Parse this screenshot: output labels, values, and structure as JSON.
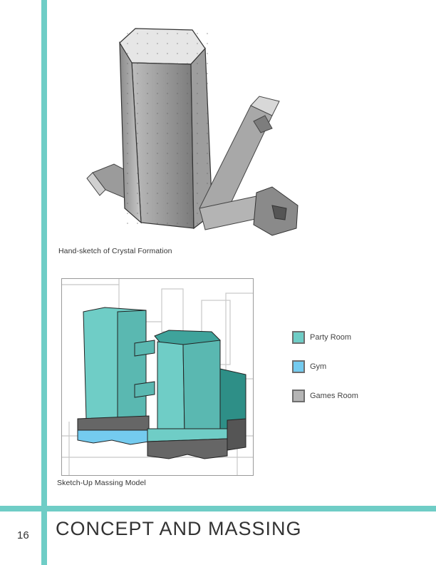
{
  "figures": {
    "sketch_caption": "Hand-sketch of Crystal Formation",
    "model_caption": "Sketch-Up Massing Model"
  },
  "legend": {
    "items": [
      {
        "label": "Party Room",
        "color": "#6fcdc6"
      },
      {
        "label": "Gym",
        "color": "#74cbef"
      },
      {
        "label": "Games Room",
        "color": "#b5b5b5"
      }
    ]
  },
  "footer": {
    "page_number": "16",
    "section_title": "CONCEPT AND MASSING"
  },
  "colors": {
    "accent": "#6fcdc6"
  }
}
